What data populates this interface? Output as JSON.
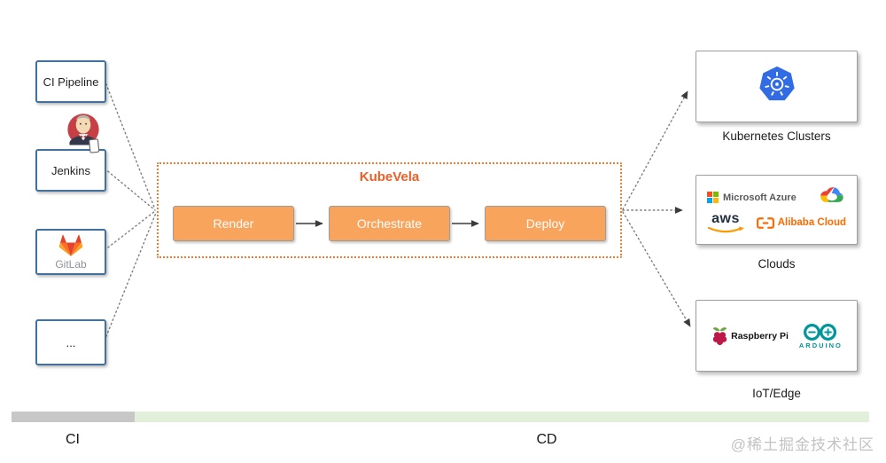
{
  "sources": [
    {
      "label": "CI Pipeline"
    },
    {
      "label": "Jenkins"
    },
    {
      "label": "GitLab"
    },
    {
      "label": "..."
    }
  ],
  "kubevela": {
    "title": "KubeVela",
    "steps": [
      "Render",
      "Orchestrate",
      "Deploy"
    ]
  },
  "targets": {
    "kubernetes": {
      "caption": "Kubernetes Clusters"
    },
    "clouds": {
      "caption": "Clouds",
      "azure_label": "Microsoft Azure",
      "aws_label": "aws",
      "alibaba_label": "Alibaba Cloud"
    },
    "iot": {
      "caption": "IoT/Edge",
      "raspberry_label": "Raspberry Pi",
      "arduino_label": "ARDUINO"
    }
  },
  "footer": {
    "ci_label": "CI",
    "cd_label": "CD"
  },
  "watermark": "@稀土掘金技术社区",
  "colors": {
    "kubevela_orange": "#EB6028",
    "step_fill": "#F9A45C",
    "source_border_blue": "#41719C",
    "kubernetes_blue": "#326CE5",
    "bar_gray": "#C7C7C7",
    "bar_green": "#E2EFDA"
  }
}
